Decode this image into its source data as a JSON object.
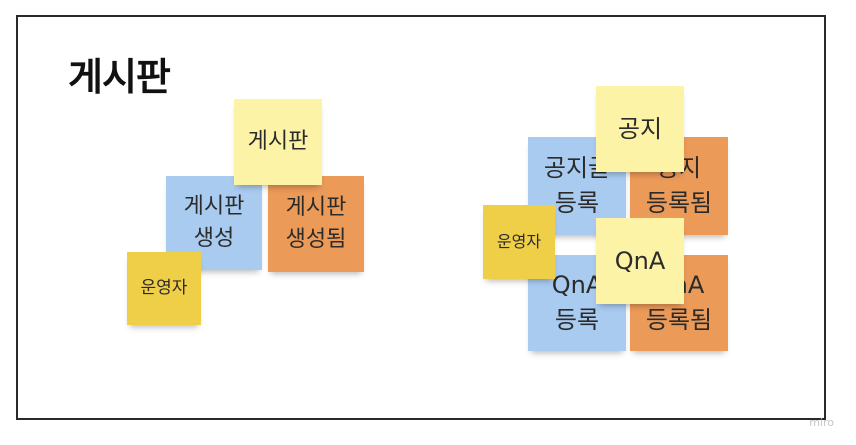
{
  "board": {
    "title": "게시판",
    "watermark": "miro"
  },
  "left_cluster": {
    "header": "게시판",
    "command": "게시판\n생성",
    "event": "게시판\n생성됨",
    "actor": "운영자"
  },
  "right_cluster": {
    "header_notice": "공지",
    "header_qna": "QnA",
    "notice_command": "공지글\n등록",
    "notice_event": "공지\n등록됨",
    "qna_command": "QnA\n등록",
    "qna_event": "QnA\n등록됨",
    "actor": "운영자"
  },
  "colors": {
    "command": "#a9cbf0",
    "event": "#eb9a58",
    "aggregate": "#fdf3a7",
    "actor": "#f0cf48"
  }
}
